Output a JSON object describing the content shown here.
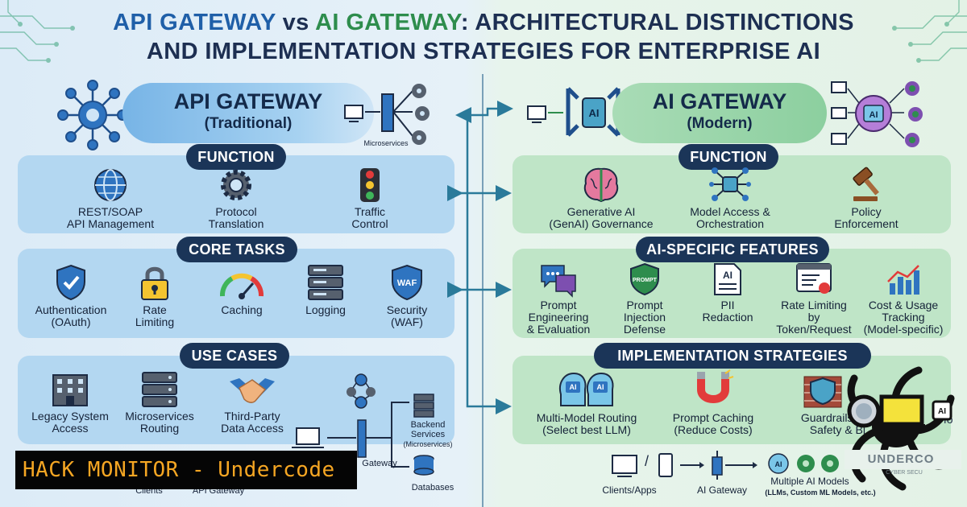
{
  "title": {
    "api": "API GATEWAY",
    "vs": " vs ",
    "ai": "AI GATEWAY",
    "rest": ": ARCHITECTURAL DISTINCTIONS",
    "line2": "AND IMPLEMENTATION STRATEGIES FOR ENTERPRISE AI"
  },
  "left": {
    "header": {
      "title": "API GATEWAY",
      "subtitle": "(Traditional)",
      "microservices": "Microservices"
    },
    "function": {
      "label": "FUNCTION",
      "items": [
        {
          "l1": "REST/SOAP",
          "l2": "API Management",
          "icon": "globe-icon"
        },
        {
          "l1": "Protocol",
          "l2": "Translation",
          "icon": "gear-icon"
        },
        {
          "l1": "Traffic",
          "l2": "Control",
          "icon": "traffic-light-icon"
        }
      ]
    },
    "core": {
      "label": "CORE TASKS",
      "items": [
        {
          "l1": "Authentication",
          "l2": "(OAuth)",
          "icon": "shield-check-icon"
        },
        {
          "l1": "Rate",
          "l2": "Limiting",
          "icon": "lock-icon"
        },
        {
          "l1": "Caching",
          "l2": "",
          "icon": "gauge-icon"
        },
        {
          "l1": "Logging",
          "l2": "",
          "icon": "server-icon"
        },
        {
          "l1": "Security",
          "l2": "(WAF)",
          "icon": "waf-shield-icon",
          "badge": "WAF"
        }
      ]
    },
    "use": {
      "label": "USE CASES",
      "items": [
        {
          "l1": "Legacy System",
          "l2": "Access",
          "icon": "building-icon"
        },
        {
          "l1": "Microservices",
          "l2": "Routing",
          "icon": "server-rack-icon"
        },
        {
          "l1": "Third-Party",
          "l2": "Data Access",
          "icon": "handshake-icon"
        }
      ],
      "diagram": {
        "gateway": "Gateway",
        "backend1": "Backend",
        "backend2": "Services",
        "backend3": "(Microservices)",
        "databases": "Databases",
        "clients": "Clients",
        "apigw": "API Gateway"
      }
    }
  },
  "right": {
    "header": {
      "title": "AI GATEWAY",
      "subtitle": "(Modern)",
      "ai_badge": "AI"
    },
    "function": {
      "label": "FUNCTION",
      "items": [
        {
          "l1": "Generative AI",
          "l2": "(GenAI) Governance",
          "icon": "brain-icon"
        },
        {
          "l1": "Model Access &",
          "l2": "Orchestration",
          "icon": "network-chip-icon"
        },
        {
          "l1": "Policy",
          "l2": "Enforcement",
          "icon": "gavel-icon"
        }
      ]
    },
    "features": {
      "label": "AI-SPECIFIC FEATURES",
      "items": [
        {
          "l1": "Prompt",
          "l2": "Engineering",
          "l3": "& Evaluation",
          "icon": "chat-bubbles-icon"
        },
        {
          "l1": "Prompt",
          "l2": "Injection",
          "l3": "Defense",
          "icon": "prompt-shield-icon",
          "badge": "PROMPT"
        },
        {
          "l1": "PII",
          "l2": "Redaction",
          "l3": "",
          "icon": "document-ai-icon",
          "badge": "AI"
        },
        {
          "l1": "Rate Limiting",
          "l2": "by",
          "l3": "Token/Request",
          "icon": "browser-chart-icon"
        },
        {
          "l1": "Cost & Usage",
          "l2": "Tracking",
          "l3": "(Model-specific)",
          "icon": "bar-chart-icon"
        }
      ]
    },
    "impl": {
      "label": "IMPLEMENTATION STRATEGIES",
      "items": [
        {
          "l1": "Multi-Model Routing",
          "l2": "(Select best LLM)",
          "icon": "ai-heads-icon",
          "badge": "AI"
        },
        {
          "l1": "Prompt Caching",
          "l2": "(Reduce Costs)",
          "icon": "magnet-icon"
        },
        {
          "l1": "Guardrails fo",
          "l2": "Safety & Bi",
          "icon": "firewall-shield-icon"
        }
      ],
      "trail": "s fo"
    },
    "flow": {
      "clients": "Clients/Apps",
      "gateway": "AI Gateway",
      "models1": "Multiple AI Models",
      "models2": "(LLMs, Custom ML Models, etc.)",
      "ai_badge": "AI",
      "sep": "/"
    }
  },
  "banner": "HACK MONITOR - Undercode",
  "logo": {
    "text": "UNDERCO",
    "sub": "CYBER SECU",
    "ai": "AI"
  },
  "colors": {
    "navy": "#1b3558",
    "api_blue": "#1f5fa8",
    "ai_green": "#2e8d4d",
    "left_panel": "#b3d7f1",
    "right_panel": "#bfe5c7",
    "banner_text": "#f5a623"
  }
}
